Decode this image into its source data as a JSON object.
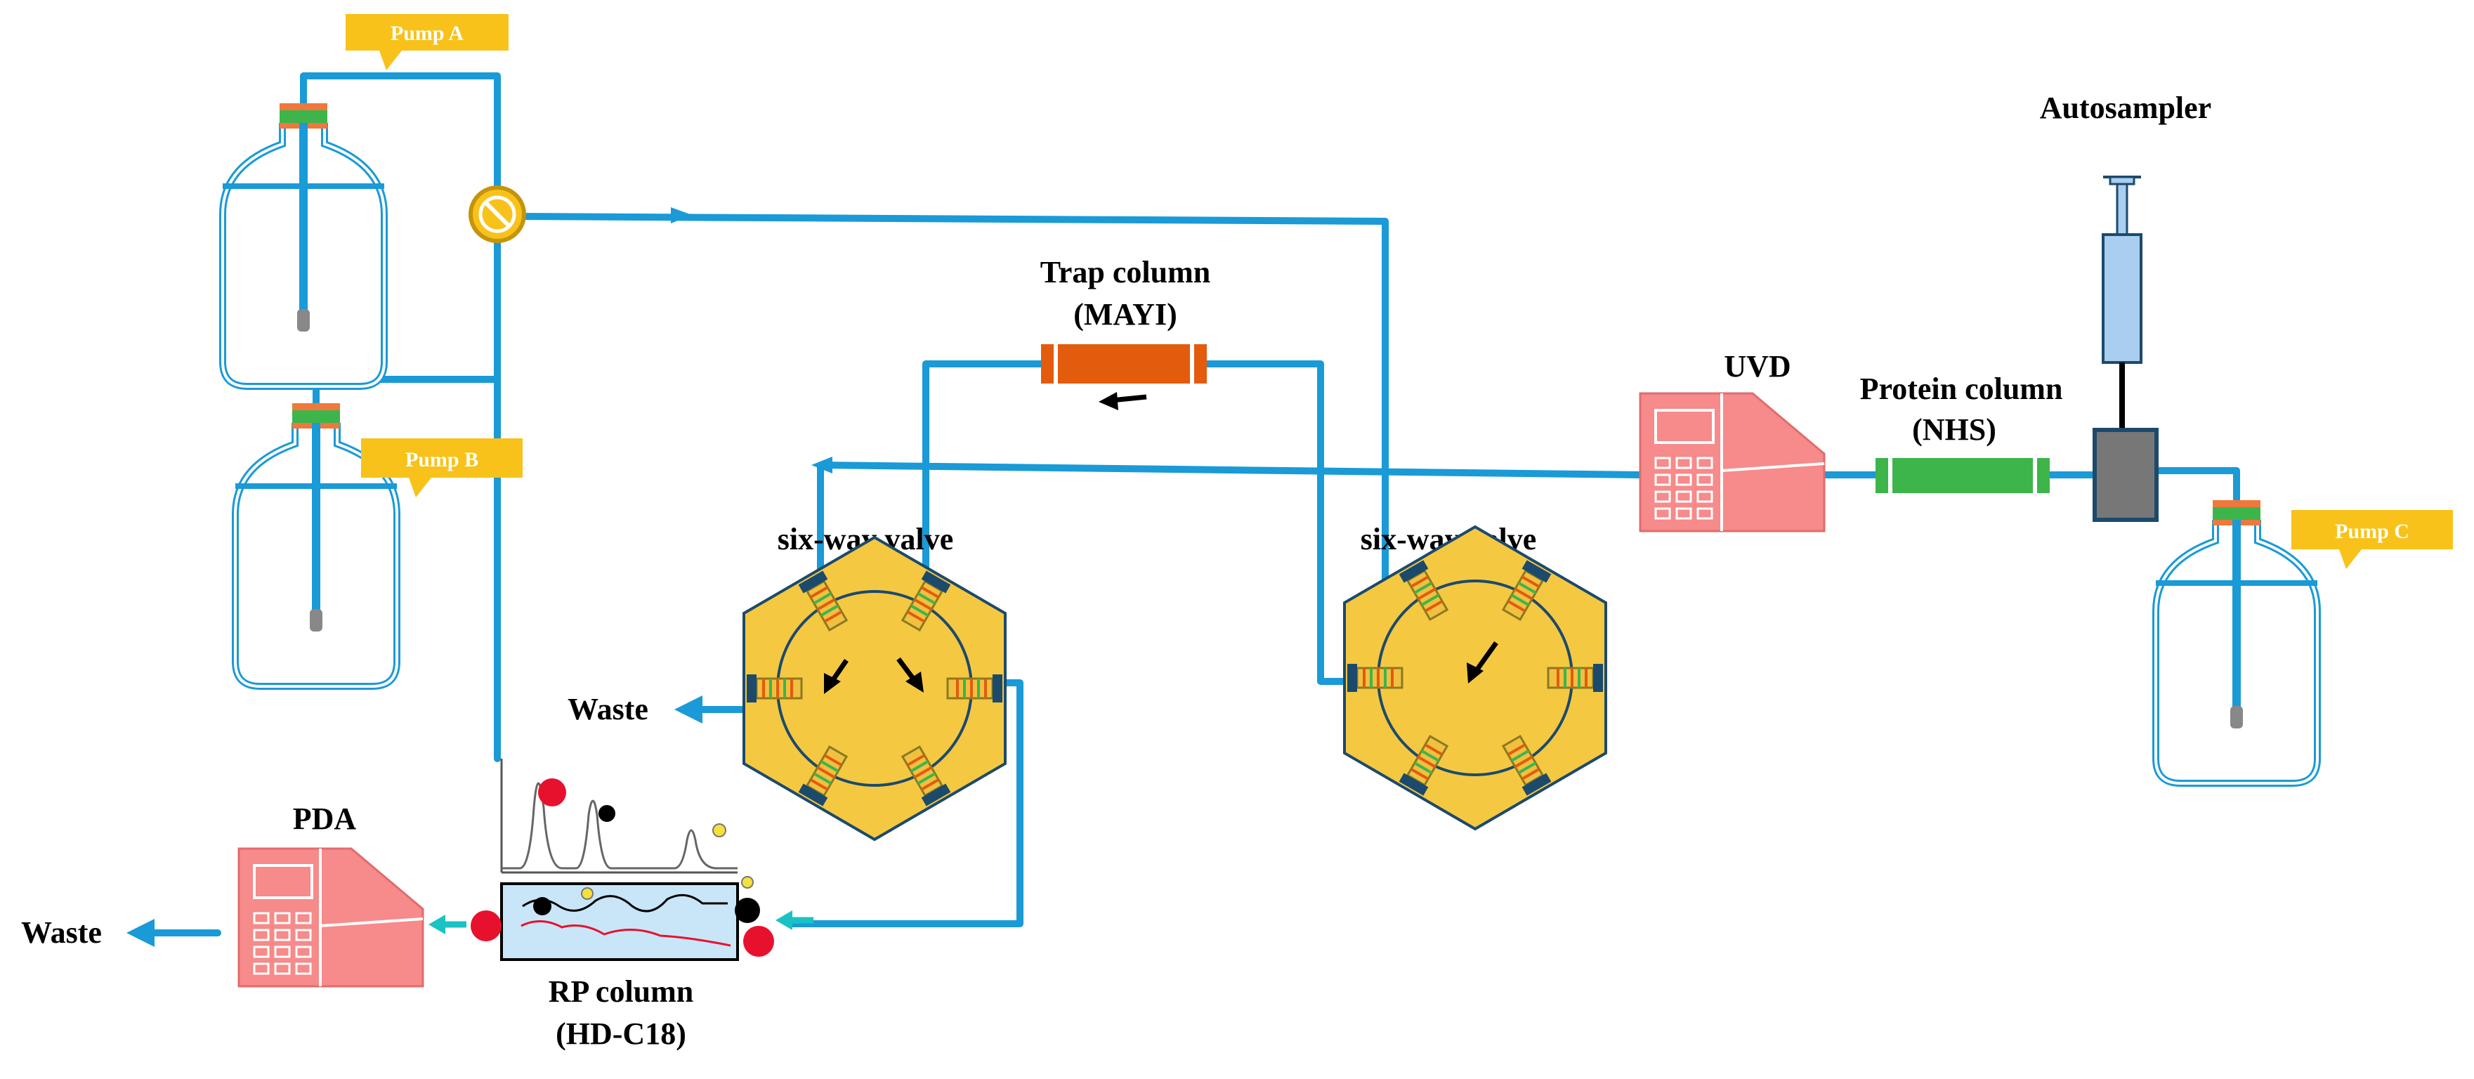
{
  "labels": {
    "pump_a": "Pump A",
    "pump_b": "Pump B",
    "pump_c": "Pump C",
    "autosampler": "Autosampler",
    "trap_column_title": "Trap column",
    "trap_column_sub": "(MAYI)",
    "uvd": "UVD",
    "protein_column_title": "Protein column",
    "protein_column_sub": "(NHS)",
    "six_way_valve_left": "six-way valve",
    "six_way_valve_right": "six-way valve",
    "waste_valve": "Waste",
    "waste_pda": "Waste",
    "pda": "PDA",
    "rp_column_title": "RP column",
    "rp_column_sub": "(HD-C18)"
  },
  "colors": {
    "tubing": "#1a9ad6",
    "pump_tag": "#f8c21a",
    "trap_column": "#e35b0c",
    "protein_column": "#3db54a",
    "detector": "#f78a8a",
    "valve_body": "#f5c842",
    "rp_column": "#c8e6f8",
    "accent_red": "#e8112d",
    "arrow_teal": "#19c3c3"
  }
}
